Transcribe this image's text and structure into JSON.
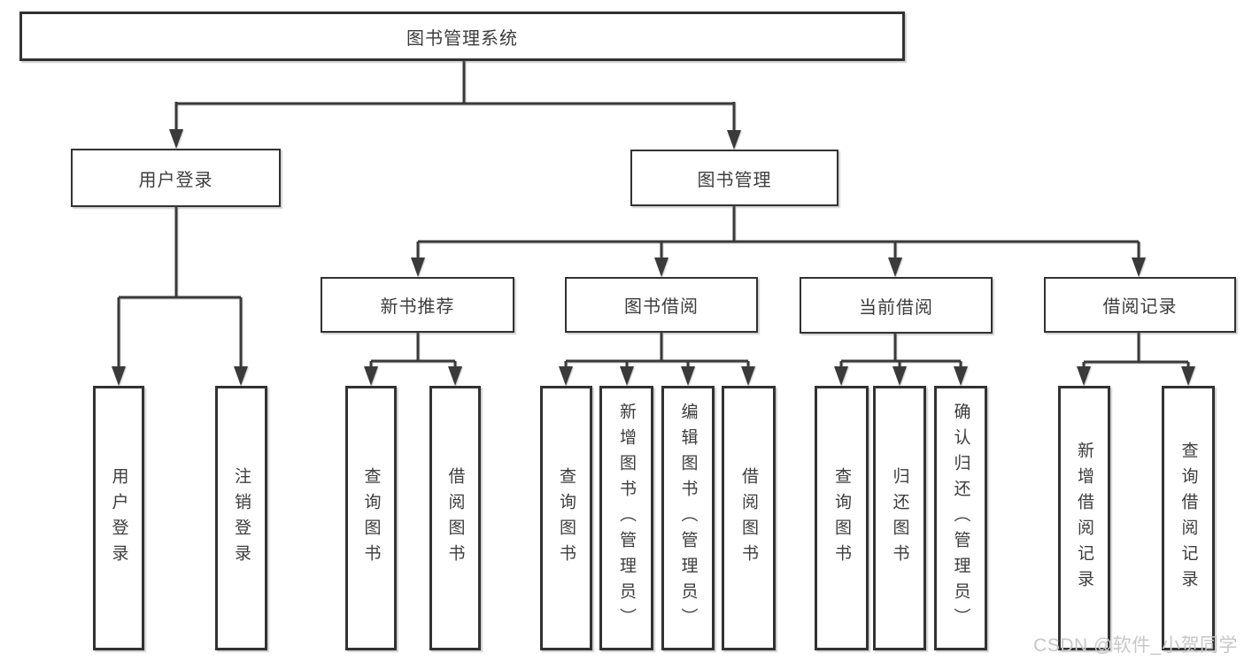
{
  "diagram": {
    "root": {
      "label": "图书管理系统"
    },
    "level2": [
      {
        "id": "user-login",
        "label": "用户登录",
        "parent": "图书管理系统"
      },
      {
        "id": "book-management",
        "label": "图书管理",
        "parent": "图书管理系统"
      }
    ],
    "level3": [
      {
        "id": "new-book-recommend",
        "label": "新书推荐",
        "parent": "图书管理"
      },
      {
        "id": "book-borrowing",
        "label": "图书借阅",
        "parent": "图书管理"
      },
      {
        "id": "current-borrowing",
        "label": "当前借阅",
        "parent": "图书管理"
      },
      {
        "id": "borrowing-records",
        "label": "借阅记录",
        "parent": "图书管理"
      }
    ],
    "leaves": [
      {
        "label": "用户登录",
        "parent": "用户登录"
      },
      {
        "label": "注销登录",
        "parent": "用户登录"
      },
      {
        "label": "查询图书",
        "parent": "新书推荐"
      },
      {
        "label": "借阅图书",
        "parent": "新书推荐"
      },
      {
        "label": "查询图书",
        "parent": "图书借阅"
      },
      {
        "label": "新增图书（管理员）",
        "parent": "图书借阅"
      },
      {
        "label": "编辑图书（管理员）",
        "parent": "图书借阅"
      },
      {
        "label": "借阅图书",
        "parent": "图书借阅"
      },
      {
        "label": "查询图书",
        "parent": "当前借阅"
      },
      {
        "label": "归还图书",
        "parent": "当前借阅"
      },
      {
        "label": "确认归还（管理员）",
        "parent": "当前借阅"
      },
      {
        "label": "新增借阅记录",
        "parent": "借阅记录"
      },
      {
        "label": "查询借阅记录",
        "parent": "借阅记录"
      }
    ]
  },
  "watermark": {
    "text": "CSDN @软件_小贺同学"
  },
  "colors": {
    "background": "#ffffff",
    "line": "#3a3a3a",
    "box_border": "#323232",
    "text": "#3d3d3d",
    "watermark": "#c7c7c7"
  }
}
